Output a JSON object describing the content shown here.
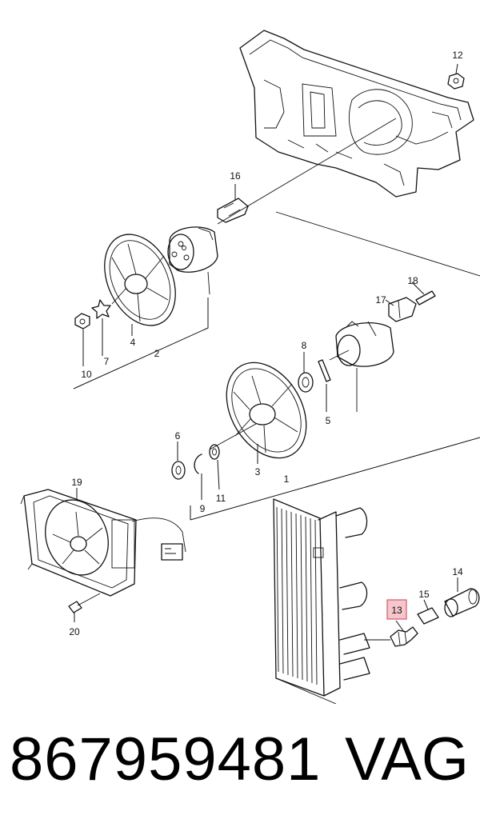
{
  "diagram": {
    "callouts": {
      "c1": "1",
      "c2": "2",
      "c3": "3",
      "c4": "4",
      "c5": "5",
      "c6": "6",
      "c7": "7",
      "c8": "8",
      "c9": "9",
      "c10": "10",
      "c11": "11",
      "c12": "12",
      "c13": "13",
      "c14": "14",
      "c15": "15",
      "c16": "16",
      "c17": "17",
      "c18": "18",
      "c19": "19",
      "c20": "20"
    },
    "highlighted_callout": "13",
    "highlight_color": "#f6c6cc"
  },
  "footer": {
    "part_number": "867959481",
    "brand": "VAG"
  }
}
